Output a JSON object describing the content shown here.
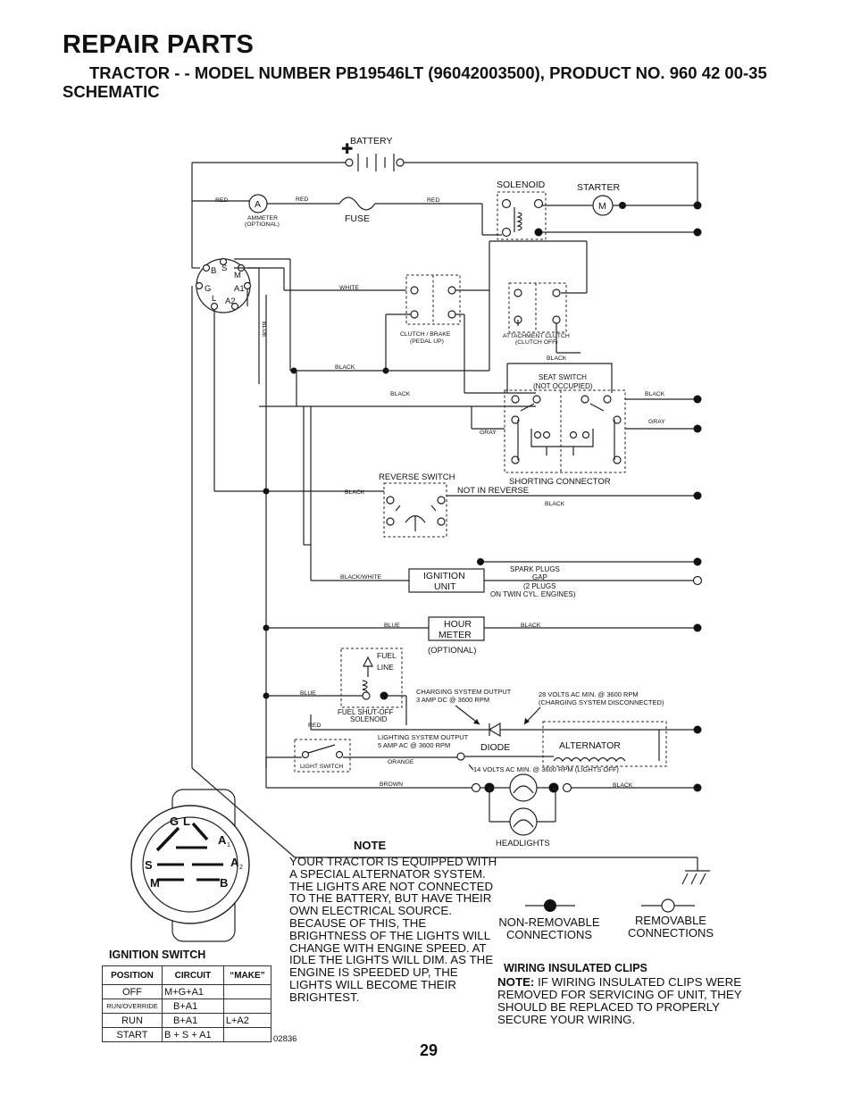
{
  "header": {
    "title": "REPAIR PARTS",
    "subtitle": "TRACTOR - - MODEL NUMBER PB19546LT (96042003500), PRODUCT NO. 960 42 00-35",
    "section": "SCHEMATIC"
  },
  "components": {
    "battery": "BATTERY",
    "ammeter_symbol": "A",
    "ammeter": "AMMETER",
    "ammeter_optional": "(OPTIONAL)",
    "fuse": "FUSE",
    "solenoid": "SOLENOID",
    "starter": "STARTER",
    "starter_symbol": "M",
    "clutch_brake_1": "CLUTCH / BRAKE",
    "clutch_brake_2": "(PEDAL UP)",
    "attachment_clutch_1": "ATTACHMENT CLUTCH",
    "attachment_clutch_2": "(CLUTCH OFF)",
    "seat_switch_1": "SEAT SWITCH",
    "seat_switch_2": "(NOT OCCUPIED)",
    "shorting_connector": "SHORTING CONNECTOR",
    "reverse_switch": "REVERSE SWITCH",
    "not_in_reverse": "NOT IN REVERSE",
    "ignition_unit_1": "IGNITION",
    "ignition_unit_2": "UNIT",
    "spark_1": "SPARK PLUGS",
    "spark_2": "GAP",
    "spark_3": "(2 PLUGS",
    "spark_4": "ON TWIN CYL. ENGINES)",
    "hour_meter_1": "HOUR",
    "hour_meter_2": "METER",
    "hour_meter_optional": "(OPTIONAL)",
    "fuel_1": "FUEL",
    "fuel_2": "LINE",
    "fuel_solenoid_1": "FUEL SHUT-OFF",
    "fuel_solenoid_2": "SOLENOID",
    "charging_1": "CHARGING SYSTEM OUTPUT",
    "charging_2": "3 AMP DC @ 3600 RPM",
    "volts28_1": "28 VOLTS AC MIN. @ 3600 RPM",
    "volts28_2": "(CHARGING SYSTEM DISCONNECTED)",
    "lighting_1": "LIGHTING SYSTEM OUTPUT",
    "lighting_2": "5 AMP AC @ 3600 RPM",
    "diode": "DIODE",
    "alternator": "ALTERNATOR",
    "light_switch": "LIGHT SWITCH",
    "volts14": "14 VOLTS AC MIN. @ 3600 RPM (LIGHTS OFF)",
    "headlights": "HEADLIGHTS"
  },
  "terminals": {
    "b": "B",
    "s": "S",
    "m": "M",
    "g": "G",
    "a1": "A1",
    "l": "L",
    "a2": "A2"
  },
  "wire_colors": {
    "red": "RED",
    "white": "WHITE",
    "blue": "BLUE",
    "black": "BLACK",
    "gray": "GRAY",
    "black_white": "BLACK/WHITE",
    "orange": "ORANGE",
    "brown": "BROWN"
  },
  "switch_face": {
    "g": "G",
    "l": "L",
    "a": "A",
    "sub1": "1",
    "sub2": "2",
    "s": "S",
    "m": "M",
    "b": "B"
  },
  "note": {
    "title": "NOTE",
    "text": "YOUR TRACTOR IS EQUIPPED WITH A SPECIAL ALTERNATOR SYSTEM. THE LIGHTS ARE NOT CONNECTED TO THE BATTERY, BUT HAVE THEIR OWN ELECTRICAL SOURCE. BECAUSE OF THIS, THE BRIGHTNESS OF THE LIGHTS WILL CHANGE WITH ENGINE SPEED. AT IDLE THE LIGHTS WILL DIM. AS THE ENGINE IS SPEEDED UP, THE LIGHTS WILL BECOME THEIR BRIGHTEST."
  },
  "legend": {
    "non_removable": "NON-REMOVABLE CONNECTIONS",
    "removable": "REMOVABLE CONNECTIONS"
  },
  "clips": {
    "title": "WIRING INSULATED CLIPS",
    "note_label": "NOTE:",
    "text": " IF WIRING INSULATED CLIPS WERE REMOVED FOR SERVICING OF UNIT, THEY SHOULD BE REPLACED TO PROPERLY SECURE YOUR WIRING."
  },
  "ignition_switch": {
    "title": "IGNITION SWITCH",
    "headers": [
      "POSITION",
      "CIRCUIT",
      "“MAKE”"
    ],
    "rows": [
      {
        "position": "OFF",
        "circuit": "M+G+A1",
        "make": ""
      },
      {
        "position": "RUN/OVERRIDE",
        "circuit": "B+A1",
        "make": ""
      },
      {
        "position": "RUN",
        "circuit": "B+A1",
        "make": "L+A2"
      },
      {
        "position": "START",
        "circuit": "B + S + A1",
        "make": ""
      }
    ]
  },
  "code": "02836",
  "page_number": "29"
}
